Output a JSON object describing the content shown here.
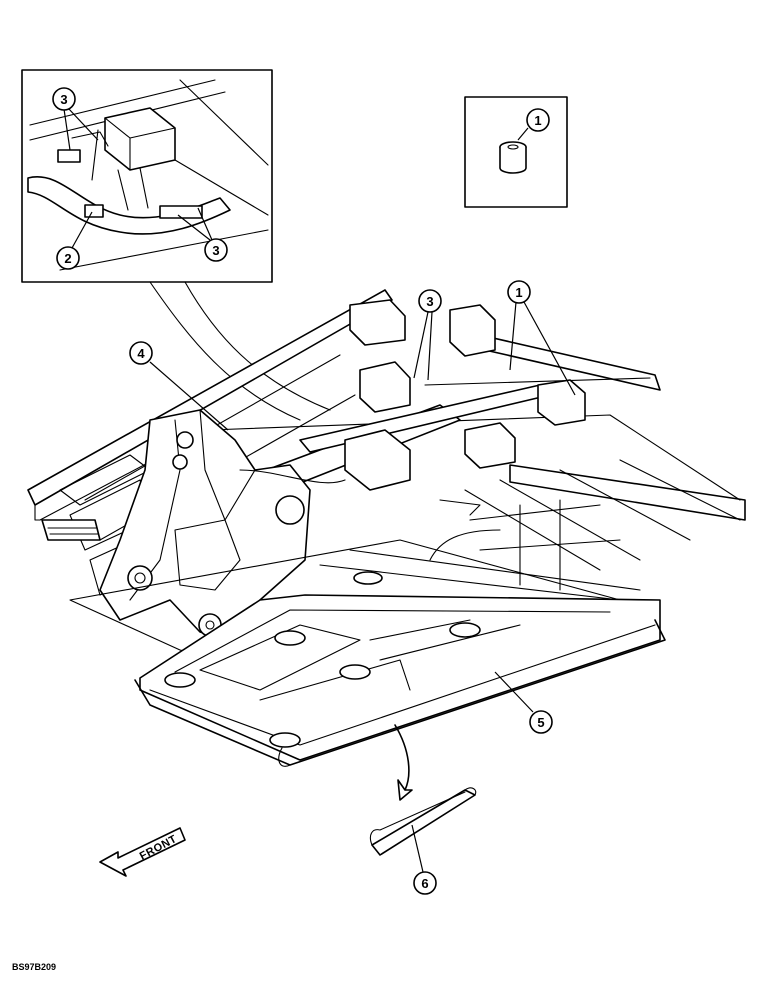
{
  "diagram": {
    "callouts": {
      "c1_detail": "1",
      "c1_main": "1",
      "c2_inset": "2",
      "c3_inset_top": "3",
      "c3_inset_bottom": "3",
      "c3_main": "3",
      "c4": "4",
      "c5": "5",
      "c6": "6"
    },
    "direction_label": "FRONT",
    "drawing_code": "BS97B209"
  }
}
